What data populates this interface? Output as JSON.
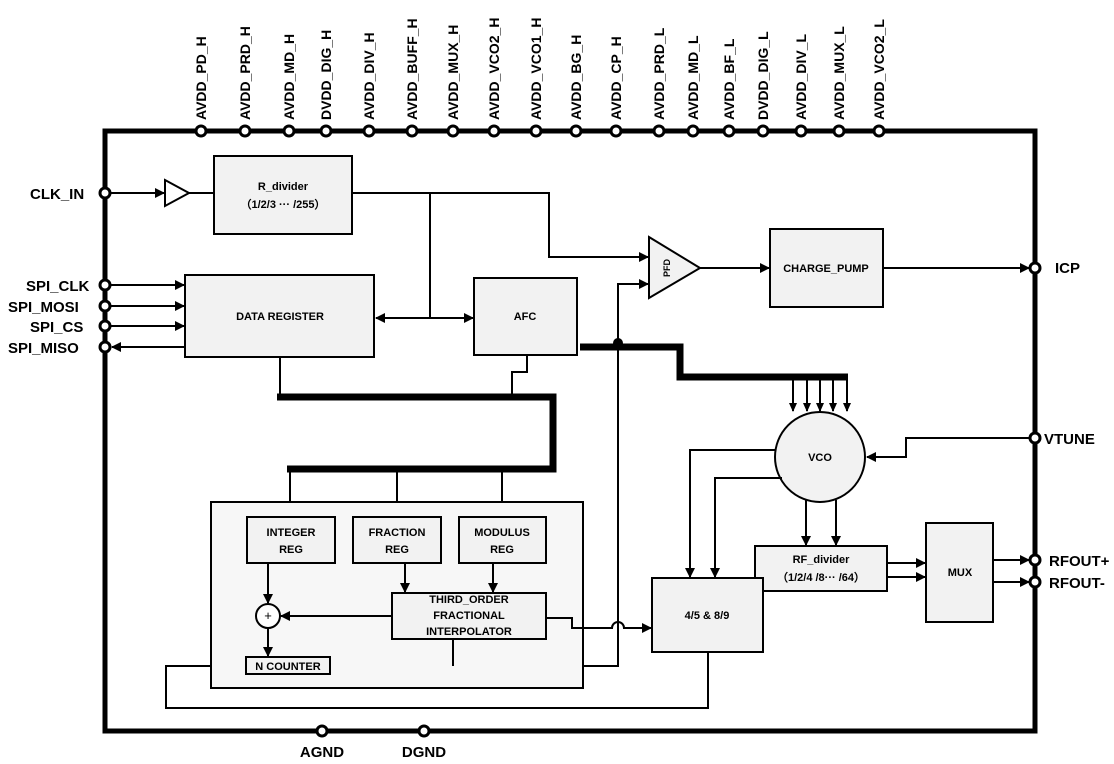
{
  "top_pins": [
    "AVDD_PD_H",
    "AVDD_PRD_H",
    "AVDD_MD_H",
    "DVDD_DIG_H",
    "AVDD_DIV_H",
    "AVDD_BUFF_H",
    "AVDD_MUX_H",
    "AVDD_VCO2_H",
    "AVDD_VCO1_H",
    "AVDD_BG_H",
    "AVDD_CP_H",
    "AVDD_PRD_L",
    "AVDD_MD_L",
    "AVDD_BF_L",
    "DVDD_DIG_L",
    "AVDD_DIV_L",
    "AVDD_MUX_L",
    "AVDD_VCO2_L"
  ],
  "left_pins": {
    "clk_in": "CLK_IN",
    "spi_clk": "SPI_CLK",
    "spi_mosi": "SPI_MOSI",
    "spi_cs": "SPI_CS",
    "spi_miso": "SPI_MISO"
  },
  "right_pins": {
    "icp": "ICP",
    "vtune": "VTUNE",
    "rfout_p": "RFOUT+",
    "rfout_n": "RFOUT-"
  },
  "bottom_pins": {
    "agnd": "AGND",
    "dgnd": "DGND"
  },
  "blocks": {
    "r_divider": {
      "title": "R_divider",
      "range": "（1/2/3 ··· /255）"
    },
    "data_register": "DATA REGISTER",
    "afc": "AFC",
    "pfd": "PFD",
    "charge_pump": "CHARGE_PUMP",
    "vco": "VCO",
    "rf_divider": {
      "title": "RF_divider",
      "range": "（1/2/4 /8··· /64）"
    },
    "mux": "MUX",
    "prescaler": "4/5 & 8/9",
    "integer_reg": [
      "INTEGER",
      "REG"
    ],
    "fraction_reg": [
      "FRACTION",
      "REG"
    ],
    "modulus_reg": [
      "MODULUS",
      "REG"
    ],
    "interpolator": [
      "THIRD_ORDER",
      "FRACTIONAL",
      "INTERPOLATOR"
    ],
    "summer": "+",
    "n_counter": "N COUNTER"
  }
}
